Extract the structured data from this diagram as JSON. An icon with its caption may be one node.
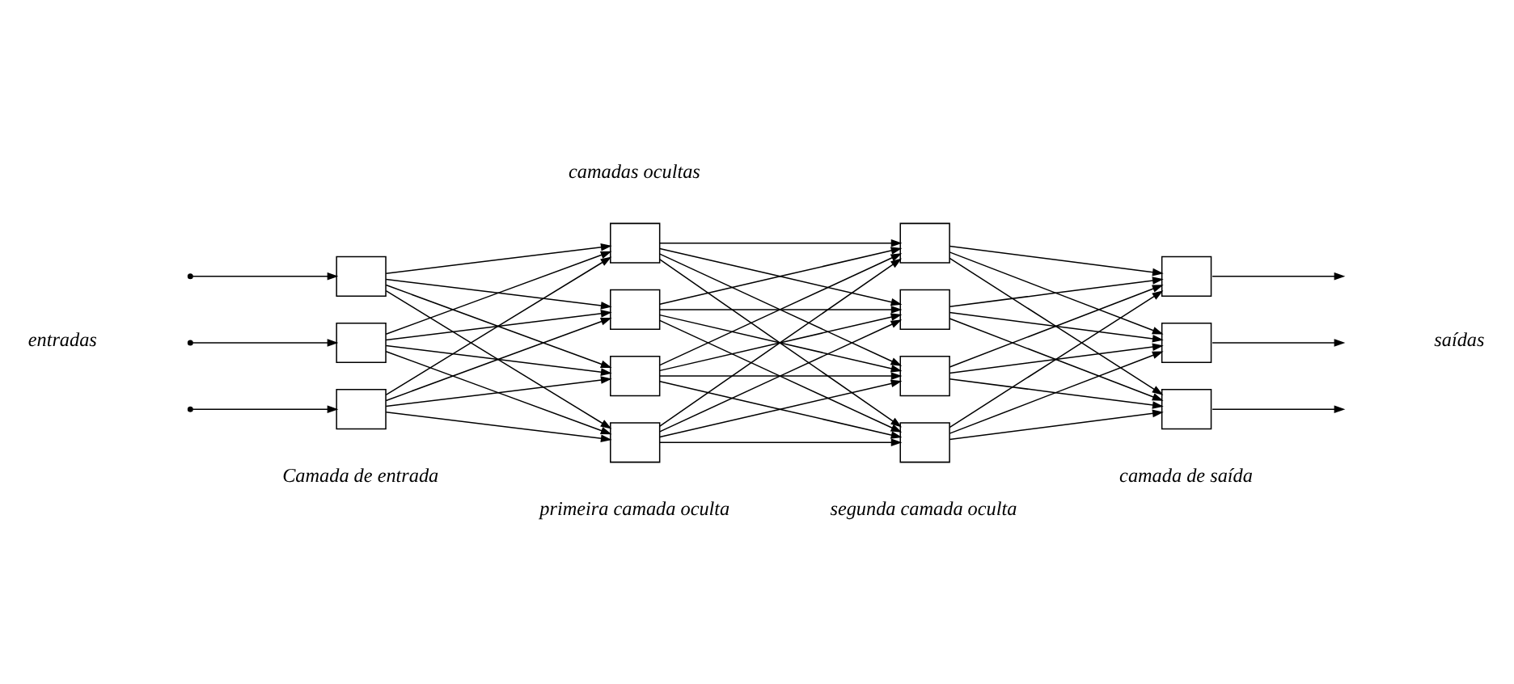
{
  "diagram": {
    "nodes": [
      {
        "text": [],
        "shape": "box"
      },
      {
        "text": [],
        "shape": "box"
      },
      {
        "text": [],
        "shape": "box"
      },
      {
        "text": [],
        "shape": "box"
      },
      {
        "text": [],
        "shape": "box"
      },
      {
        "text": [],
        "shape": "box"
      },
      {
        "text": [],
        "shape": "box"
      },
      {
        "text": [],
        "shape": "box"
      },
      {
        "text": [],
        "shape": "box"
      },
      {
        "text": [],
        "shape": "box"
      },
      {
        "text": [],
        "shape": "box"
      },
      {
        "text": [],
        "shape": "box"
      },
      {
        "text": [],
        "shape": "box"
      },
      {
        "text": [],
        "shape": "box"
      }
    ],
    "edges": [
      {
        "from": null,
        "to": 0,
        "arrow": "to"
      },
      {
        "from": null,
        "to": 1,
        "arrow": "to"
      },
      {
        "from": null,
        "to": 2,
        "arrow": "to"
      },
      {
        "from": 0,
        "to": 3,
        "arrow": "to"
      },
      {
        "from": 0,
        "to": 4,
        "arrow": "to"
      },
      {
        "from": 0,
        "to": 5,
        "arrow": "to"
      },
      {
        "from": 0,
        "to": 6,
        "arrow": "to"
      },
      {
        "from": 1,
        "to": 3,
        "arrow": "to"
      },
      {
        "from": 1,
        "to": 4,
        "arrow": "to"
      },
      {
        "from": 1,
        "to": 5,
        "arrow": "to"
      },
      {
        "from": 1,
        "to": 6,
        "arrow": "to"
      },
      {
        "from": 2,
        "to": 3,
        "arrow": "to"
      },
      {
        "from": 2,
        "to": 4,
        "arrow": "to"
      },
      {
        "from": 2,
        "to": 5,
        "arrow": "to"
      },
      {
        "from": 2,
        "to": 6,
        "arrow": "to"
      },
      {
        "from": 3,
        "to": 7,
        "arrow": "to"
      },
      {
        "from": 3,
        "to": 8,
        "arrow": "to"
      },
      {
        "from": 3,
        "to": 9,
        "arrow": "to"
      },
      {
        "from": 3,
        "to": 10,
        "arrow": "to"
      },
      {
        "from": 4,
        "to": 7,
        "arrow": "to"
      },
      {
        "from": 4,
        "to": 8,
        "arrow": "to"
      },
      {
        "from": 4,
        "to": 9,
        "arrow": "to"
      },
      {
        "from": 4,
        "to": 10,
        "arrow": "to"
      },
      {
        "from": 5,
        "to": 7,
        "arrow": "to"
      },
      {
        "from": 5,
        "to": 8,
        "arrow": "to"
      },
      {
        "from": 5,
        "to": 9,
        "arrow": "to"
      },
      {
        "from": 5,
        "to": 10,
        "arrow": "to"
      },
      {
        "from": 6,
        "to": 7,
        "arrow": "to"
      },
      {
        "from": 6,
        "to": 8,
        "arrow": "to"
      },
      {
        "from": 6,
        "to": 9,
        "arrow": "to"
      },
      {
        "from": 6,
        "to": 10,
        "arrow": "to"
      },
      {
        "from": 7,
        "to": 11,
        "arrow": "to"
      },
      {
        "from": 7,
        "to": 12,
        "arrow": "to"
      },
      {
        "from": 7,
        "to": 13,
        "arrow": "to"
      },
      {
        "from": 8,
        "to": 11,
        "arrow": "to"
      },
      {
        "from": 8,
        "to": 12,
        "arrow": "to"
      },
      {
        "from": 8,
        "to": 13,
        "arrow": "to"
      },
      {
        "from": 9,
        "to": 11,
        "arrow": "to"
      },
      {
        "from": 9,
        "to": 12,
        "arrow": "to"
      },
      {
        "from": 9,
        "to": 13,
        "arrow": "to"
      },
      {
        "from": 10,
        "to": 11,
        "arrow": "to"
      },
      {
        "from": 10,
        "to": 12,
        "arrow": "to"
      },
      {
        "from": 10,
        "to": 13,
        "arrow": "to"
      },
      {
        "from": 11,
        "to": null,
        "arrow": "to"
      },
      {
        "from": 12,
        "to": null,
        "arrow": "to"
      },
      {
        "from": 13,
        "to": null,
        "arrow": "to"
      }
    ],
    "labels": [
      "camadas ocultas",
      "entradas",
      "saídas",
      "Camada de entrada",
      "primeira camada oculta",
      "segunda camada oculta",
      "camada de saída"
    ]
  }
}
